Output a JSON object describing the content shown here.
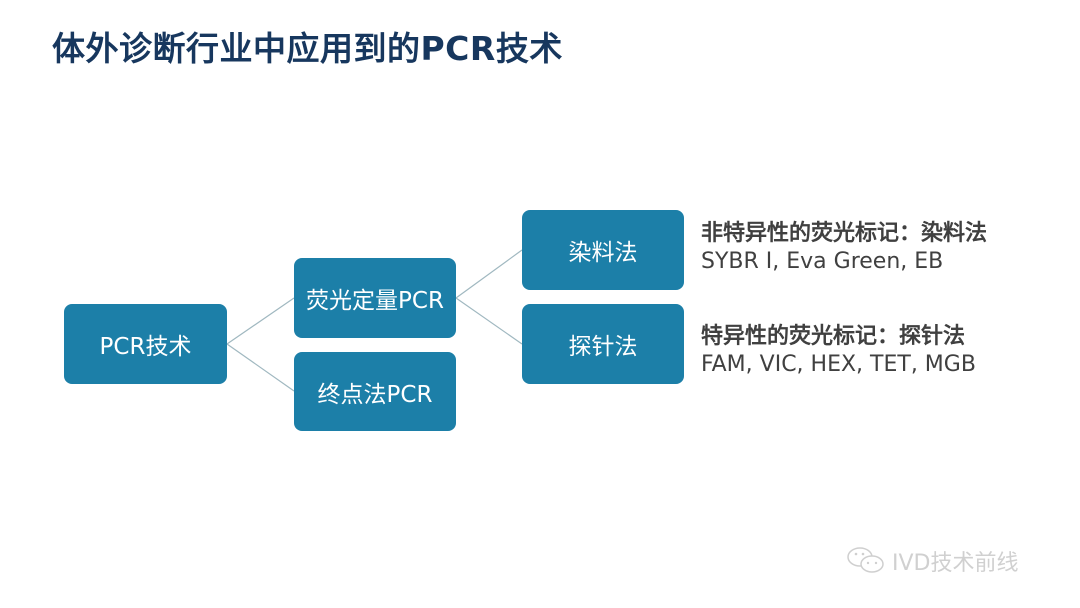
{
  "title": "体外诊断行业中应用到的PCR技术",
  "nodes": {
    "root": "PCR技术",
    "qpcr": "荧光定量PCR",
    "endpoint": "终点法PCR",
    "dye": "染料法",
    "probe": "探针法"
  },
  "descriptions": {
    "dye": {
      "heading": "非特异性的荧光标记：染料法",
      "examples": "SYBR I, Eva Green, EB"
    },
    "probe": {
      "heading": "特异性的荧光标记：探针法",
      "examples": "FAM, VIC, HEX, TET, MGB"
    }
  },
  "watermark": {
    "text": "IVD技术前线",
    "icon": "wechat-icon"
  },
  "colors": {
    "node": "#1c7fa8",
    "title": "#17375e",
    "line": "#a0b8c0"
  }
}
